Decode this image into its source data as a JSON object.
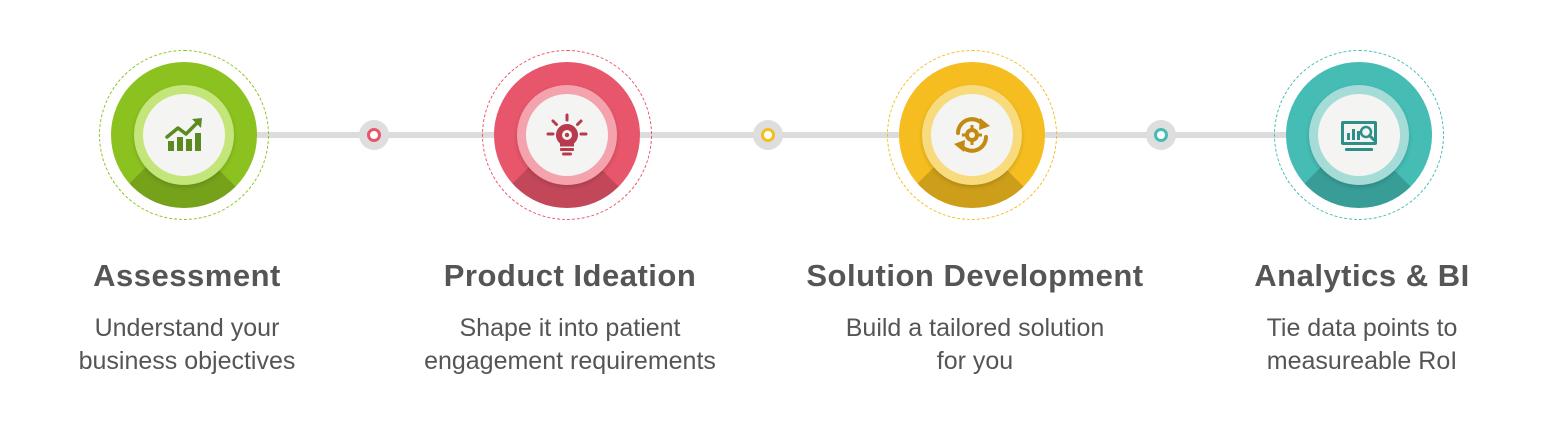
{
  "steps": [
    {
      "title": "Assessment",
      "desc_line1": "Understand your",
      "desc_line2": "business objectives",
      "icon": "growth-chart-icon",
      "color": "#8cc21f",
      "ring_color": "#c3e57a",
      "icon_color": "#5b8a21"
    },
    {
      "title": "Product Ideation",
      "desc_line1": "Shape it into patient",
      "desc_line2": "engagement requirements",
      "icon": "lightbulb-gear-icon",
      "color": "#e7566a",
      "ring_color": "#f4a2ad",
      "icon_color": "#b83a4d"
    },
    {
      "title": "Solution Development",
      "desc_line1": "Build a tailored solution",
      "desc_line2": "for you",
      "icon": "cycle-gear-icon",
      "color": "#f5bd1f",
      "ring_color": "#f8db7c",
      "icon_color": "#c28a10"
    },
    {
      "title": "Analytics & BI",
      "desc_line1": "Tie data points to",
      "desc_line2": "measureable RoI",
      "icon": "analytics-monitor-icon",
      "color": "#45bcb4",
      "ring_color": "#a6dcd7",
      "icon_color": "#2d8f87"
    }
  ],
  "connector_nodes": [
    {
      "color": "#e7566a"
    },
    {
      "color": "#f5bd1f"
    },
    {
      "color": "#45bcb4"
    }
  ]
}
